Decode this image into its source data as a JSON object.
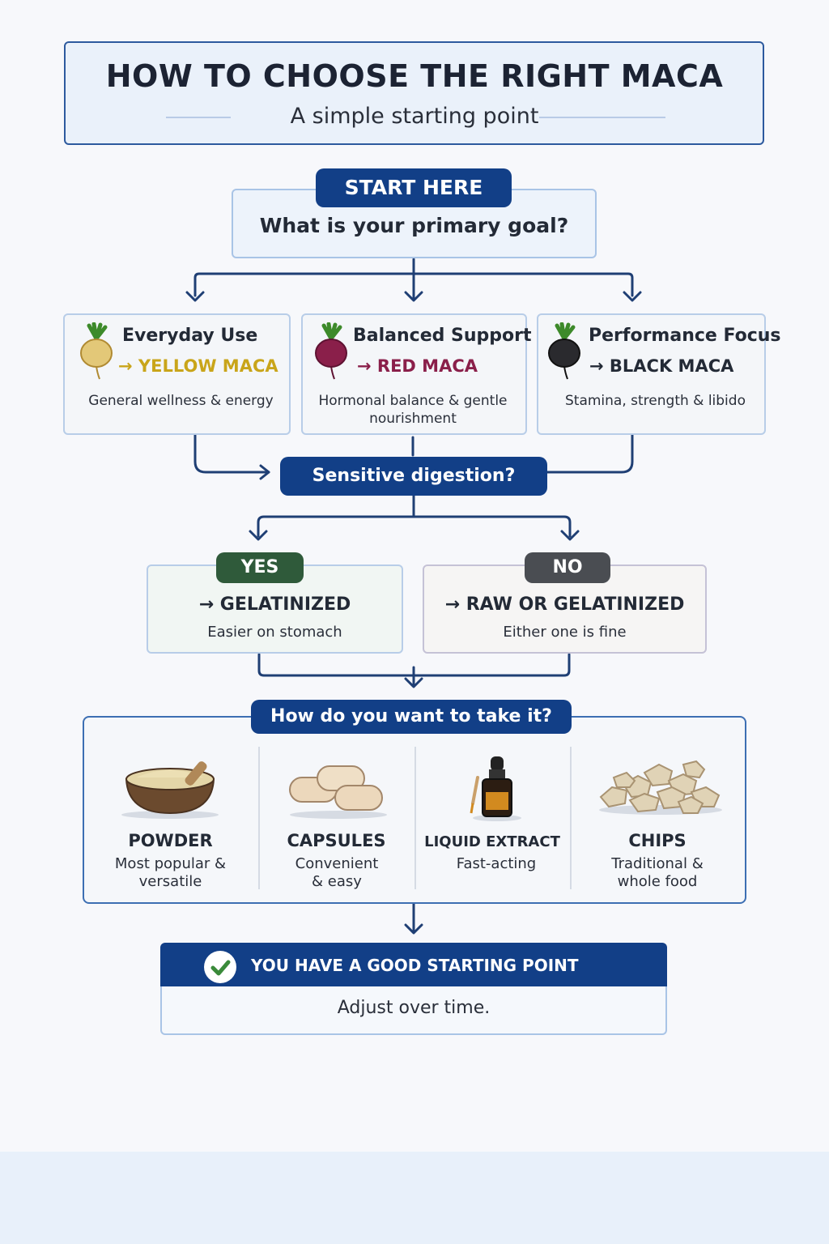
{
  "header": {
    "title": "HOW TO CHOOSE THE RIGHT MACA",
    "subtitle": "A simple starting point"
  },
  "start": {
    "label": "START HERE",
    "question": "What is your primary goal?"
  },
  "goals": [
    {
      "title": "Everyday Use",
      "result": "→ YELLOW MACA",
      "description": "General wellness & energy",
      "color": "#c9a51a",
      "icon": "yellow-maca-root-icon"
    },
    {
      "title": "Balanced Support",
      "result": "→ RED MACA",
      "description": "Hormonal balance & gentle nourishment",
      "color": "#8a1f4a",
      "icon": "red-maca-root-icon"
    },
    {
      "title": "Performance Focus",
      "result": "→ BLACK MACA",
      "description": "Stamina, strength & libido",
      "color": "#232a36",
      "icon": "black-maca-root-icon"
    }
  ],
  "digestion": {
    "question": "Sensitive digestion?",
    "yes": {
      "label": "YES",
      "result": "→ GELATINIZED",
      "description": "Easier on stomach",
      "color": "#2f5a3a"
    },
    "no": {
      "label": "NO",
      "result": "→ RAW OR GELATINIZED",
      "description": "Either one is fine",
      "color": "#4a4d52"
    }
  },
  "format": {
    "question": "How do you want to take it?",
    "options": [
      {
        "title": "POWDER",
        "description": "Most popular & versatile",
        "icon": "powder-bowl-icon"
      },
      {
        "title": "CAPSULES",
        "description": "Convenient & easy",
        "icon": "capsules-icon"
      },
      {
        "title": "LIQUID EXTRACT",
        "description": "Fast-acting",
        "icon": "dropper-bottle-icon"
      },
      {
        "title": "CHIPS",
        "description": "Traditional & whole food",
        "icon": "maca-chips-icon"
      }
    ]
  },
  "result": {
    "title": "YOU HAVE A GOOD STARTING POINT",
    "subtitle": "Adjust over time."
  },
  "colors": {
    "navy": "#123f87",
    "accent_border": "#2d5a9e"
  }
}
